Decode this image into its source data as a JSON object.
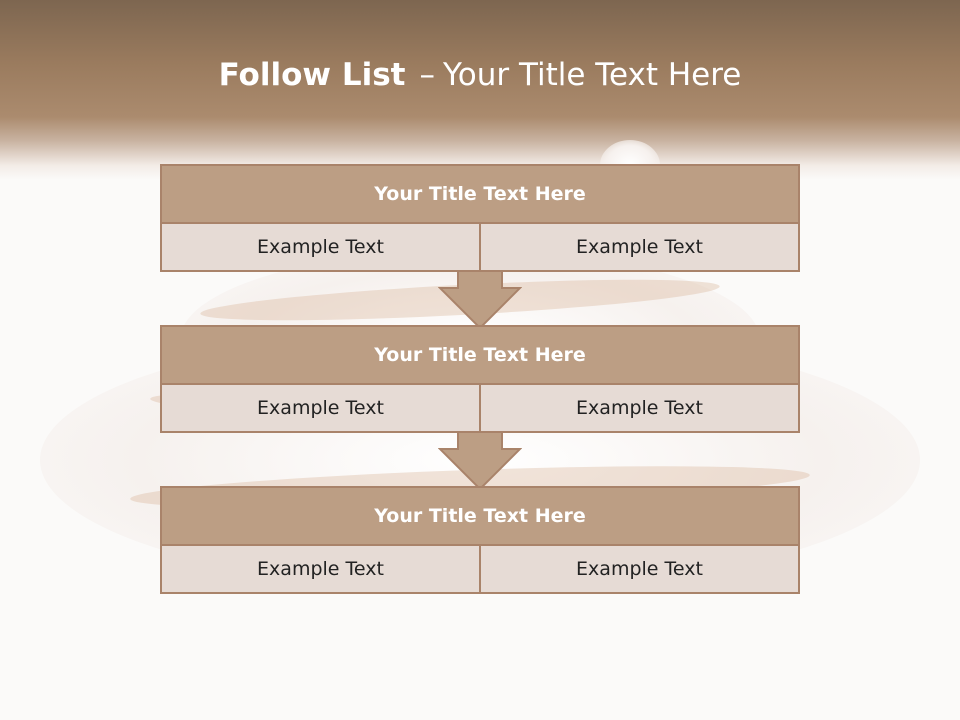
{
  "slide": {
    "title_bold": "Follow List",
    "title_separator": "–",
    "title_rest": "Your Title Text Here"
  },
  "blocks": [
    {
      "title": "Your Title Text Here",
      "left": "Example Text",
      "right": "Example Text"
    },
    {
      "title": "Your Title Text Here",
      "left": "Example Text",
      "right": "Example Text"
    },
    {
      "title": "Your Title Text Here",
      "left": "Example Text",
      "right": "Example Text"
    }
  ],
  "colors": {
    "header": "#9a7b5e",
    "box_head": "#bc9e84",
    "box_body": "#e6dbd5",
    "border": "#a9836a"
  }
}
